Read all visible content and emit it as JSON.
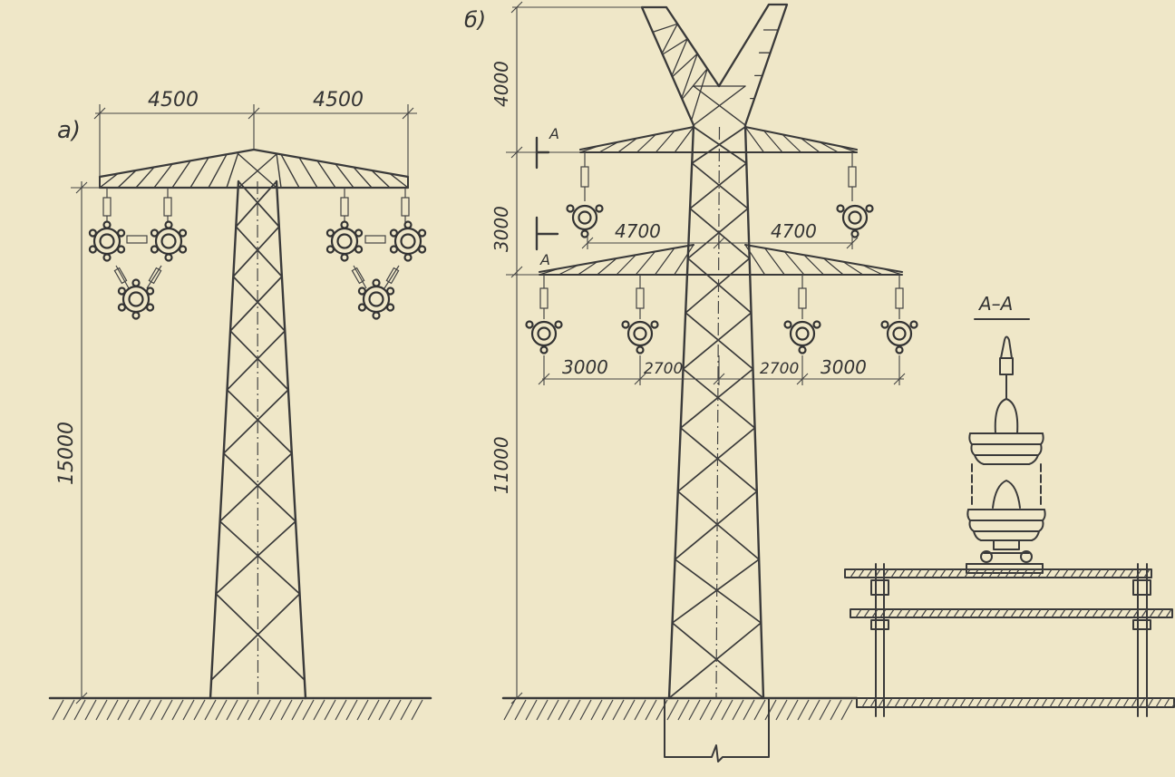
{
  "figure": {
    "label_a": "а)",
    "label_b": "б)",
    "section_label": "А–А",
    "section_mark_top": "А",
    "section_mark_bottom": "А"
  },
  "tower_a": {
    "dims": {
      "left_arm": "4500",
      "right_arm": "4500",
      "height": "15000"
    }
  },
  "tower_b": {
    "dims": {
      "top": "4000",
      "middle": "3000",
      "lower": "11000",
      "upper_left": "4700",
      "upper_right": "4700",
      "bottom_outer_left": "3000",
      "bottom_inner_left": "2700",
      "bottom_inner_right": "2700",
      "bottom_outer_right": "3000"
    }
  },
  "colors": {
    "paper": "#efe7c8",
    "ink": "#3a3a3a"
  }
}
